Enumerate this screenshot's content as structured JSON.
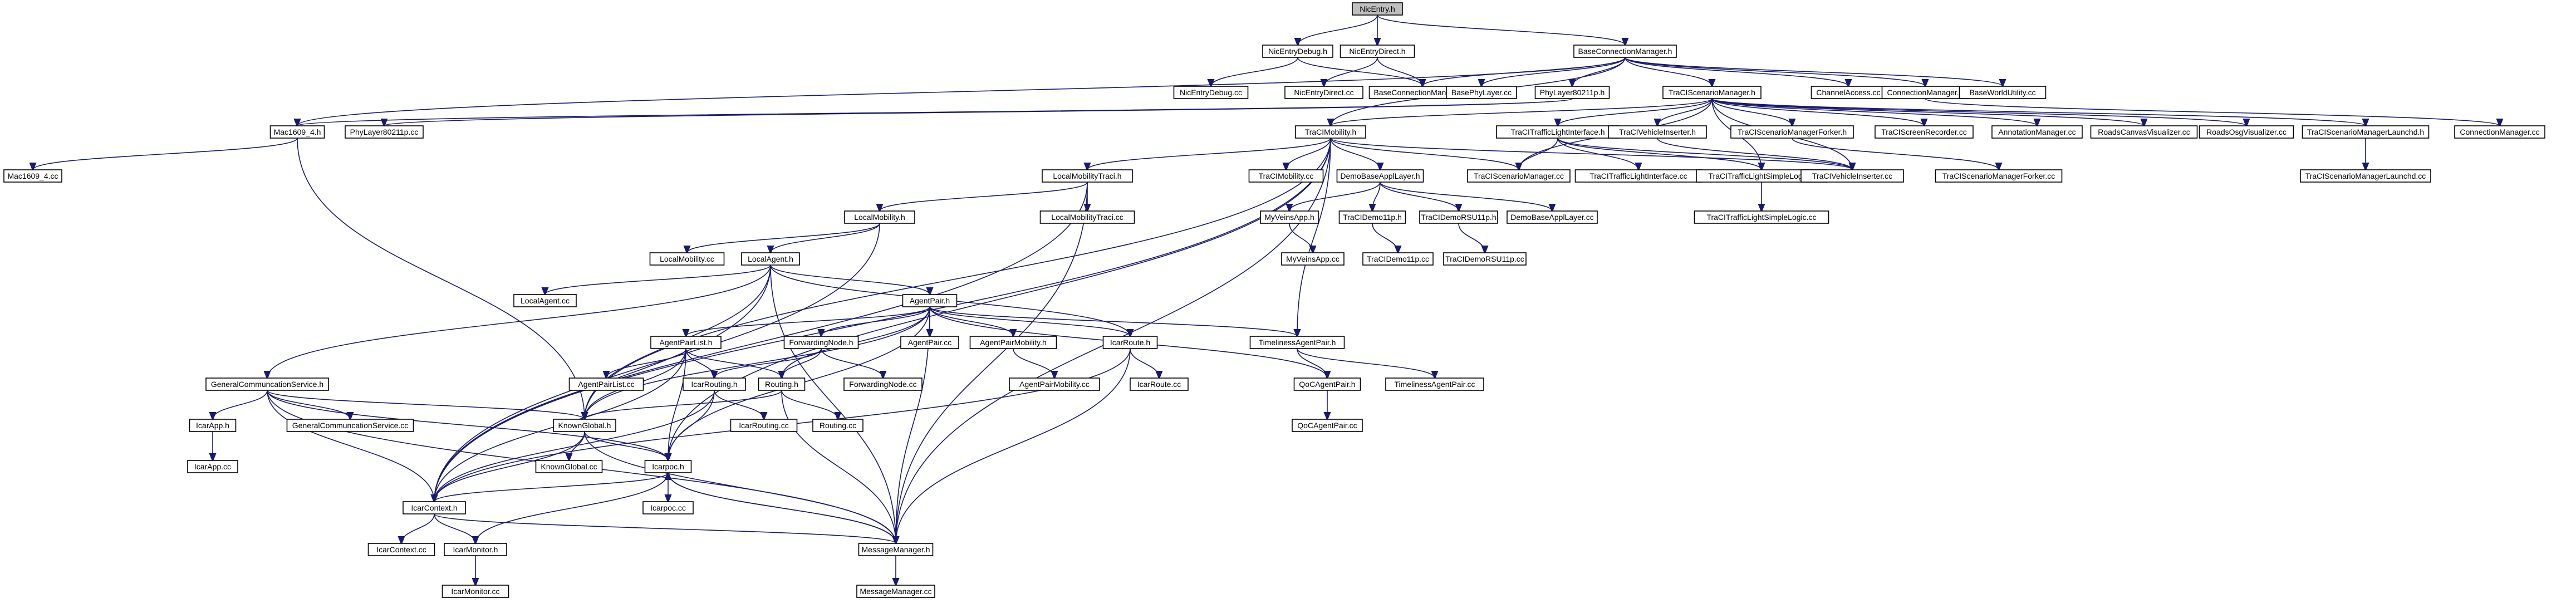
{
  "graph": {
    "edge_color": "#191970",
    "root_fill": "#bfbfbf",
    "nodes": [
      {
        "id": "NicEntry.h",
        "label": "NicEntry.h",
        "root": true
      },
      {
        "id": "NicEntryDebug.h",
        "label": "NicEntryDebug.h"
      },
      {
        "id": "NicEntryDirect.h",
        "label": "NicEntryDirect.h"
      },
      {
        "id": "BaseConnectionManager.h",
        "label": "BaseConnectionManager.h"
      },
      {
        "id": "NicEntryDebug.cc",
        "label": "NicEntryDebug.cc"
      },
      {
        "id": "NicEntryDirect.cc",
        "label": "NicEntryDirect.cc"
      },
      {
        "id": "BaseConnectionManager.cc",
        "label": "BaseConnectionManager.cc"
      },
      {
        "id": "BasePhyLayer.cc",
        "label": "BasePhyLayer.cc"
      },
      {
        "id": "PhyLayer80211p.h",
        "label": "PhyLayer80211p.h"
      },
      {
        "id": "TraCIScenarioManager.h",
        "label": "TraCIScenarioManager.h"
      },
      {
        "id": "ChannelAccess.cc",
        "label": "ChannelAccess.cc"
      },
      {
        "id": "ConnectionManager.h",
        "label": "ConnectionManager.h"
      },
      {
        "id": "BaseWorldUtility.cc",
        "label": "BaseWorldUtility.cc"
      },
      {
        "id": "Mac1609_4.h",
        "label": "Mac1609_4.h"
      },
      {
        "id": "PhyLayer80211p.cc",
        "label": "PhyLayer80211p.cc"
      },
      {
        "id": "TraCIMobility.h",
        "label": "TraCIMobility.h"
      },
      {
        "id": "TraCITrafficLightInterface.h",
        "label": "TraCITrafficLightInterface.h"
      },
      {
        "id": "TraCIVehicleInserter.h",
        "label": "TraCIVehicleInserter.h"
      },
      {
        "id": "TraCIScenarioManagerForker.h",
        "label": "TraCIScenarioManagerForker.h"
      },
      {
        "id": "TraCIScreenRecorder.cc",
        "label": "TraCIScreenRecorder.cc"
      },
      {
        "id": "AnnotationManager.cc",
        "label": "AnnotationManager.cc"
      },
      {
        "id": "RoadsCanvasVisualizer.cc",
        "label": "RoadsCanvasVisualizer.cc"
      },
      {
        "id": "RoadsOsgVisualizer.cc",
        "label": "RoadsOsgVisualizer.cc"
      },
      {
        "id": "TraCIScenarioManagerLaunchd.h",
        "label": "TraCIScenarioManagerLaunchd.h"
      },
      {
        "id": "ConnectionManager.cc",
        "label": "ConnectionManager.cc"
      },
      {
        "id": "Mac1609_4.cc",
        "label": "Mac1609_4.cc"
      },
      {
        "id": "LocalMobilityTraci.h",
        "label": "LocalMobilityTraci.h"
      },
      {
        "id": "TraCIMobility.cc",
        "label": "TraCIMobility.cc"
      },
      {
        "id": "DemoBaseApplLayer.h",
        "label": "DemoBaseApplLayer.h"
      },
      {
        "id": "TraCIScenarioManager.cc",
        "label": "TraCIScenarioManager.cc"
      },
      {
        "id": "TraCITrafficLightInterface.cc",
        "label": "TraCITrafficLightInterface.cc"
      },
      {
        "id": "TraCITrafficLightSimpleLogic.h",
        "label": "TraCITrafficLightSimpleLogic.h"
      },
      {
        "id": "TraCIVehicleInserter.cc",
        "label": "TraCIVehicleInserter.cc"
      },
      {
        "id": "TraCIScenarioManagerForker.cc",
        "label": "TraCIScenarioManagerForker.cc"
      },
      {
        "id": "TraCIScenarioManagerLaunchd.cc",
        "label": "TraCIScenarioManagerLaunchd.cc"
      },
      {
        "id": "LocalMobility.h",
        "label": "LocalMobility.h"
      },
      {
        "id": "LocalMobilityTraci.cc",
        "label": "LocalMobilityTraci.cc"
      },
      {
        "id": "MyVeinsApp.h",
        "label": "MyVeinsApp.h"
      },
      {
        "id": "TraCIDemo11p.h",
        "label": "TraCIDemo11p.h"
      },
      {
        "id": "TraCIDemoRSU11p.h",
        "label": "TraCIDemoRSU11p.h"
      },
      {
        "id": "DemoBaseApplLayer.cc",
        "label": "DemoBaseApplLayer.cc"
      },
      {
        "id": "TraCITrafficLightSimpleLogic.cc",
        "label": "TraCITrafficLightSimpleLogic.cc"
      },
      {
        "id": "LocalMobility.cc",
        "label": "LocalMobility.cc"
      },
      {
        "id": "LocalAgent.h",
        "label": "LocalAgent.h"
      },
      {
        "id": "MyVeinsApp.cc",
        "label": "MyVeinsApp.cc"
      },
      {
        "id": "TraCIDemo11p.cc",
        "label": "TraCIDemo11p.cc"
      },
      {
        "id": "TraCIDemoRSU11p.cc",
        "label": "TraCIDemoRSU11p.cc"
      },
      {
        "id": "LocalAgent.cc",
        "label": "LocalAgent.cc"
      },
      {
        "id": "AgentPair.h",
        "label": "AgentPair.h"
      },
      {
        "id": "AgentPairList.h",
        "label": "AgentPairList.h"
      },
      {
        "id": "ForwardingNode.h",
        "label": "ForwardingNode.h"
      },
      {
        "id": "AgentPair.cc",
        "label": "AgentPair.cc"
      },
      {
        "id": "AgentPairMobility.h",
        "label": "AgentPairMobility.h"
      },
      {
        "id": "IcarRoute.h",
        "label": "IcarRoute.h"
      },
      {
        "id": "TimelinessAgentPair.h",
        "label": "TimelinessAgentPair.h"
      },
      {
        "id": "GeneralCommuncationService.h",
        "label": "GeneralCommuncationService.h"
      },
      {
        "id": "AgentPairList.cc",
        "label": "AgentPairList.cc"
      },
      {
        "id": "IcarRouting.h",
        "label": "IcarRouting.h"
      },
      {
        "id": "Routing.h",
        "label": "Routing.h"
      },
      {
        "id": "ForwardingNode.cc",
        "label": "ForwardingNode.cc"
      },
      {
        "id": "AgentPairMobility.cc",
        "label": "AgentPairMobility.cc"
      },
      {
        "id": "IcarRoute.cc",
        "label": "IcarRoute.cc"
      },
      {
        "id": "QoCAgentPair.h",
        "label": "QoCAgentPair.h"
      },
      {
        "id": "TimelinessAgentPair.cc",
        "label": "TimelinessAgentPair.cc"
      },
      {
        "id": "IcarApp.h",
        "label": "IcarApp.h"
      },
      {
        "id": "GeneralCommuncationService.cc",
        "label": "GeneralCommuncationService.cc"
      },
      {
        "id": "KnownGlobal.h",
        "label": "KnownGlobal.h"
      },
      {
        "id": "IcarRouting.cc",
        "label": "IcarRouting.cc"
      },
      {
        "id": "Routing.cc",
        "label": "Routing.cc"
      },
      {
        "id": "QoCAgentPair.cc",
        "label": "QoCAgentPair.cc"
      },
      {
        "id": "IcarApp.cc",
        "label": "IcarApp.cc"
      },
      {
        "id": "KnownGlobal.cc",
        "label": "KnownGlobal.cc"
      },
      {
        "id": "Icarpoc.h",
        "label": "Icarpoc.h"
      },
      {
        "id": "IcarContext.h",
        "label": "IcarContext.h"
      },
      {
        "id": "Icarpoc.cc",
        "label": "Icarpoc.cc"
      },
      {
        "id": "IcarContext.cc",
        "label": "IcarContext.cc"
      },
      {
        "id": "IcarMonitor.h",
        "label": "IcarMonitor.h"
      },
      {
        "id": "MessageManager.h",
        "label": "MessageManager.h"
      },
      {
        "id": "IcarMonitor.cc",
        "label": "IcarMonitor.cc"
      },
      {
        "id": "MessageManager.cc",
        "label": "MessageManager.cc"
      }
    ],
    "edges": [
      [
        "NicEntry.h",
        "NicEntryDebug.h"
      ],
      [
        "NicEntry.h",
        "NicEntryDirect.h"
      ],
      [
        "NicEntry.h",
        "BaseConnectionManager.h"
      ],
      [
        "NicEntryDebug.h",
        "NicEntryDebug.cc"
      ],
      [
        "NicEntryDebug.h",
        "BaseConnectionManager.cc"
      ],
      [
        "NicEntryDirect.h",
        "NicEntryDirect.cc"
      ],
      [
        "NicEntryDirect.h",
        "BaseConnectionManager.cc"
      ],
      [
        "BaseConnectionManager.h",
        "BaseConnectionManager.cc"
      ],
      [
        "BaseConnectionManager.h",
        "BasePhyLayer.cc"
      ],
      [
        "BaseConnectionManager.h",
        "PhyLayer80211p.h"
      ],
      [
        "BaseConnectionManager.h",
        "TraCIScenarioManager.h"
      ],
      [
        "BaseConnectionManager.h",
        "ChannelAccess.cc"
      ],
      [
        "BaseConnectionManager.h",
        "ConnectionManager.h"
      ],
      [
        "BaseConnectionManager.h",
        "BaseWorldUtility.cc"
      ],
      [
        "BaseConnectionManager.h",
        "Mac1609_4.h"
      ],
      [
        "BaseConnectionManager.h",
        "TraCIMobility.h"
      ],
      [
        "PhyLayer80211p.h",
        "PhyLayer80211p.cc"
      ],
      [
        "PhyLayer80211p.h",
        "Mac1609_4.h"
      ],
      [
        "ConnectionManager.h",
        "ConnectionManager.cc"
      ],
      [
        "TraCIScenarioManager.h",
        "TraCIMobility.h"
      ],
      [
        "TraCIScenarioManager.h",
        "TraCITrafficLightInterface.h"
      ],
      [
        "TraCIScenarioManager.h",
        "TraCIVehicleInserter.h"
      ],
      [
        "TraCIScenarioManager.h",
        "TraCIScenarioManagerForker.h"
      ],
      [
        "TraCIScenarioManager.h",
        "TraCIScreenRecorder.cc"
      ],
      [
        "TraCIScenarioManager.h",
        "AnnotationManager.cc"
      ],
      [
        "TraCIScenarioManager.h",
        "RoadsCanvasVisualizer.cc"
      ],
      [
        "TraCIScenarioManager.h",
        "RoadsOsgVisualizer.cc"
      ],
      [
        "TraCIScenarioManager.h",
        "TraCIScenarioManagerLaunchd.h"
      ],
      [
        "TraCIScenarioManager.h",
        "TraCIScenarioManager.cc"
      ],
      [
        "TraCIScenarioManager.h",
        "TraCIVehicleInserter.cc"
      ],
      [
        "TraCIScenarioManager.h",
        "TraCITrafficLightSimpleLogic.h"
      ],
      [
        "Mac1609_4.h",
        "Mac1609_4.cc"
      ],
      [
        "Mac1609_4.h",
        "KnownGlobal.h"
      ],
      [
        "TraCIMobility.h",
        "LocalMobilityTraci.h"
      ],
      [
        "TraCIMobility.h",
        "TraCIMobility.cc"
      ],
      [
        "TraCIMobility.h",
        "DemoBaseApplLayer.h"
      ],
      [
        "TraCIMobility.h",
        "TraCIScenarioManager.cc"
      ],
      [
        "TraCIMobility.h",
        "TraCIVehicleInserter.cc"
      ],
      [
        "TraCIMobility.h",
        "TimelinessAgentPair.h"
      ],
      [
        "TraCIMobility.h",
        "IcarContext.h"
      ],
      [
        "TraCIMobility.h",
        "Icarpoc.h"
      ],
      [
        "TraCIMobility.h",
        "MessageManager.h"
      ],
      [
        "TraCIMobility.h",
        "KnownGlobal.h"
      ],
      [
        "TraCITrafficLightInterface.h",
        "TraCITrafficLightInterface.cc"
      ],
      [
        "TraCITrafficLightInterface.h",
        "TraCITrafficLightSimpleLogic.h"
      ],
      [
        "TraCITrafficLightInterface.h",
        "TraCIScenarioManager.cc"
      ],
      [
        "TraCITrafficLightInterface.h",
        "TraCIVehicleInserter.cc"
      ],
      [
        "TraCIVehicleInserter.h",
        "TraCIVehicleInserter.cc"
      ],
      [
        "TraCIScenarioManagerForker.h",
        "TraCIScenarioManagerForker.cc"
      ],
      [
        "TraCIScenarioManagerLaunchd.h",
        "TraCIScenarioManagerLaunchd.cc"
      ],
      [
        "TraCITrafficLightSimpleLogic.h",
        "TraCITrafficLightSimpleLogic.cc"
      ],
      [
        "LocalMobilityTraci.h",
        "LocalMobilityTraci.cc"
      ],
      [
        "LocalMobilityTraci.h",
        "LocalMobility.h"
      ],
      [
        "LocalMobilityTraci.h",
        "MessageManager.h"
      ],
      [
        "LocalMobilityTraci.h",
        "IcarContext.h"
      ],
      [
        "DemoBaseApplLayer.h",
        "MyVeinsApp.h"
      ],
      [
        "DemoBaseApplLayer.h",
        "TraCIDemo11p.h"
      ],
      [
        "DemoBaseApplLayer.h",
        "TraCIDemoRSU11p.h"
      ],
      [
        "DemoBaseApplLayer.h",
        "DemoBaseApplLayer.cc"
      ],
      [
        "MyVeinsApp.h",
        "MyVeinsApp.cc"
      ],
      [
        "TraCIDemo11p.h",
        "TraCIDemo11p.cc"
      ],
      [
        "TraCIDemoRSU11p.h",
        "TraCIDemoRSU11p.cc"
      ],
      [
        "LocalMobility.h",
        "LocalMobility.cc"
      ],
      [
        "LocalMobility.h",
        "LocalAgent.h"
      ],
      [
        "LocalMobility.h",
        "IcarContext.h"
      ],
      [
        "LocalAgent.h",
        "LocalAgent.cc"
      ],
      [
        "LocalAgent.h",
        "AgentPair.h"
      ],
      [
        "LocalAgent.h",
        "GeneralCommuncationService.h"
      ],
      [
        "LocalAgent.h",
        "KnownGlobal.h"
      ],
      [
        "LocalAgent.h",
        "IcarContext.h"
      ],
      [
        "LocalAgent.h",
        "MessageManager.h"
      ],
      [
        "LocalAgent.h",
        "IcarRoute.h"
      ],
      [
        "AgentPair.h",
        "AgentPairList.h"
      ],
      [
        "AgentPair.h",
        "ForwardingNode.h"
      ],
      [
        "AgentPair.h",
        "AgentPair.cc"
      ],
      [
        "AgentPair.h",
        "AgentPairMobility.h"
      ],
      [
        "AgentPair.h",
        "IcarRoute.h"
      ],
      [
        "AgentPair.h",
        "TimelinessAgentPair.h"
      ],
      [
        "AgentPair.h",
        "Routing.h"
      ],
      [
        "AgentPair.h",
        "KnownGlobal.h"
      ],
      [
        "AgentPair.h",
        "Icarpoc.h"
      ],
      [
        "AgentPair.h",
        "MessageManager.h"
      ],
      [
        "AgentPair.h",
        "QoCAgentPair.h"
      ],
      [
        "AgentPairList.h",
        "AgentPairList.cc"
      ],
      [
        "AgentPairList.h",
        "IcarRouting.h"
      ],
      [
        "AgentPairList.h",
        "Routing.h"
      ],
      [
        "AgentPairList.h",
        "KnownGlobal.h"
      ],
      [
        "AgentPairList.h",
        "Icarpoc.h"
      ],
      [
        "AgentPairList.h",
        "IcarContext.h"
      ],
      [
        "ForwardingNode.h",
        "ForwardingNode.cc"
      ],
      [
        "ForwardingNode.h",
        "Routing.h"
      ],
      [
        "ForwardingNode.h",
        "IcarRouting.h"
      ],
      [
        "AgentPairMobility.h",
        "AgentPairMobility.cc"
      ],
      [
        "IcarRoute.h",
        "IcarRoute.cc"
      ],
      [
        "IcarRoute.h",
        "IcarContext.h"
      ],
      [
        "IcarRoute.h",
        "MessageManager.h"
      ],
      [
        "TimelinessAgentPair.h",
        "QoCAgentPair.h"
      ],
      [
        "TimelinessAgentPair.h",
        "TimelinessAgentPair.cc"
      ],
      [
        "QoCAgentPair.h",
        "QoCAgentPair.cc"
      ],
      [
        "GeneralCommuncationService.h",
        "IcarApp.h"
      ],
      [
        "GeneralCommuncationService.h",
        "GeneralCommuncationService.cc"
      ],
      [
        "GeneralCommuncationService.h",
        "KnownGlobal.h"
      ],
      [
        "GeneralCommuncationService.h",
        "Icarpoc.h"
      ],
      [
        "GeneralCommuncationService.h",
        "IcarContext.h"
      ],
      [
        "GeneralCommuncationService.h",
        "MessageManager.h"
      ],
      [
        "IcarApp.h",
        "IcarApp.cc"
      ],
      [
        "IcarRouting.h",
        "IcarRouting.cc"
      ],
      [
        "IcarRouting.h",
        "Icarpoc.h"
      ],
      [
        "IcarRouting.h",
        "IcarContext.h"
      ],
      [
        "Routing.h",
        "Routing.cc"
      ],
      [
        "Routing.h",
        "KnownGlobal.h"
      ],
      [
        "Routing.h",
        "MessageManager.h"
      ],
      [
        "KnownGlobal.h",
        "KnownGlobal.cc"
      ],
      [
        "KnownGlobal.h",
        "Icarpoc.h"
      ],
      [
        "KnownGlobal.h",
        "IcarContext.h"
      ],
      [
        "KnownGlobal.h",
        "MessageManager.h"
      ],
      [
        "Icarpoc.h",
        "Icarpoc.cc"
      ],
      [
        "Icarpoc.h",
        "IcarContext.h"
      ],
      [
        "Icarpoc.h",
        "MessageManager.h"
      ],
      [
        "Icarpoc.h",
        "IcarMonitor.h"
      ],
      [
        "IcarContext.h",
        "IcarContext.cc"
      ],
      [
        "IcarContext.h",
        "IcarMonitor.h"
      ],
      [
        "IcarContext.h",
        "MessageManager.h"
      ],
      [
        "IcarMonitor.h",
        "IcarMonitor.cc"
      ],
      [
        "MessageManager.h",
        "MessageManager.cc"
      ],
      [
        "MessageManager.h",
        "Icarpoc.h"
      ]
    ]
  }
}
